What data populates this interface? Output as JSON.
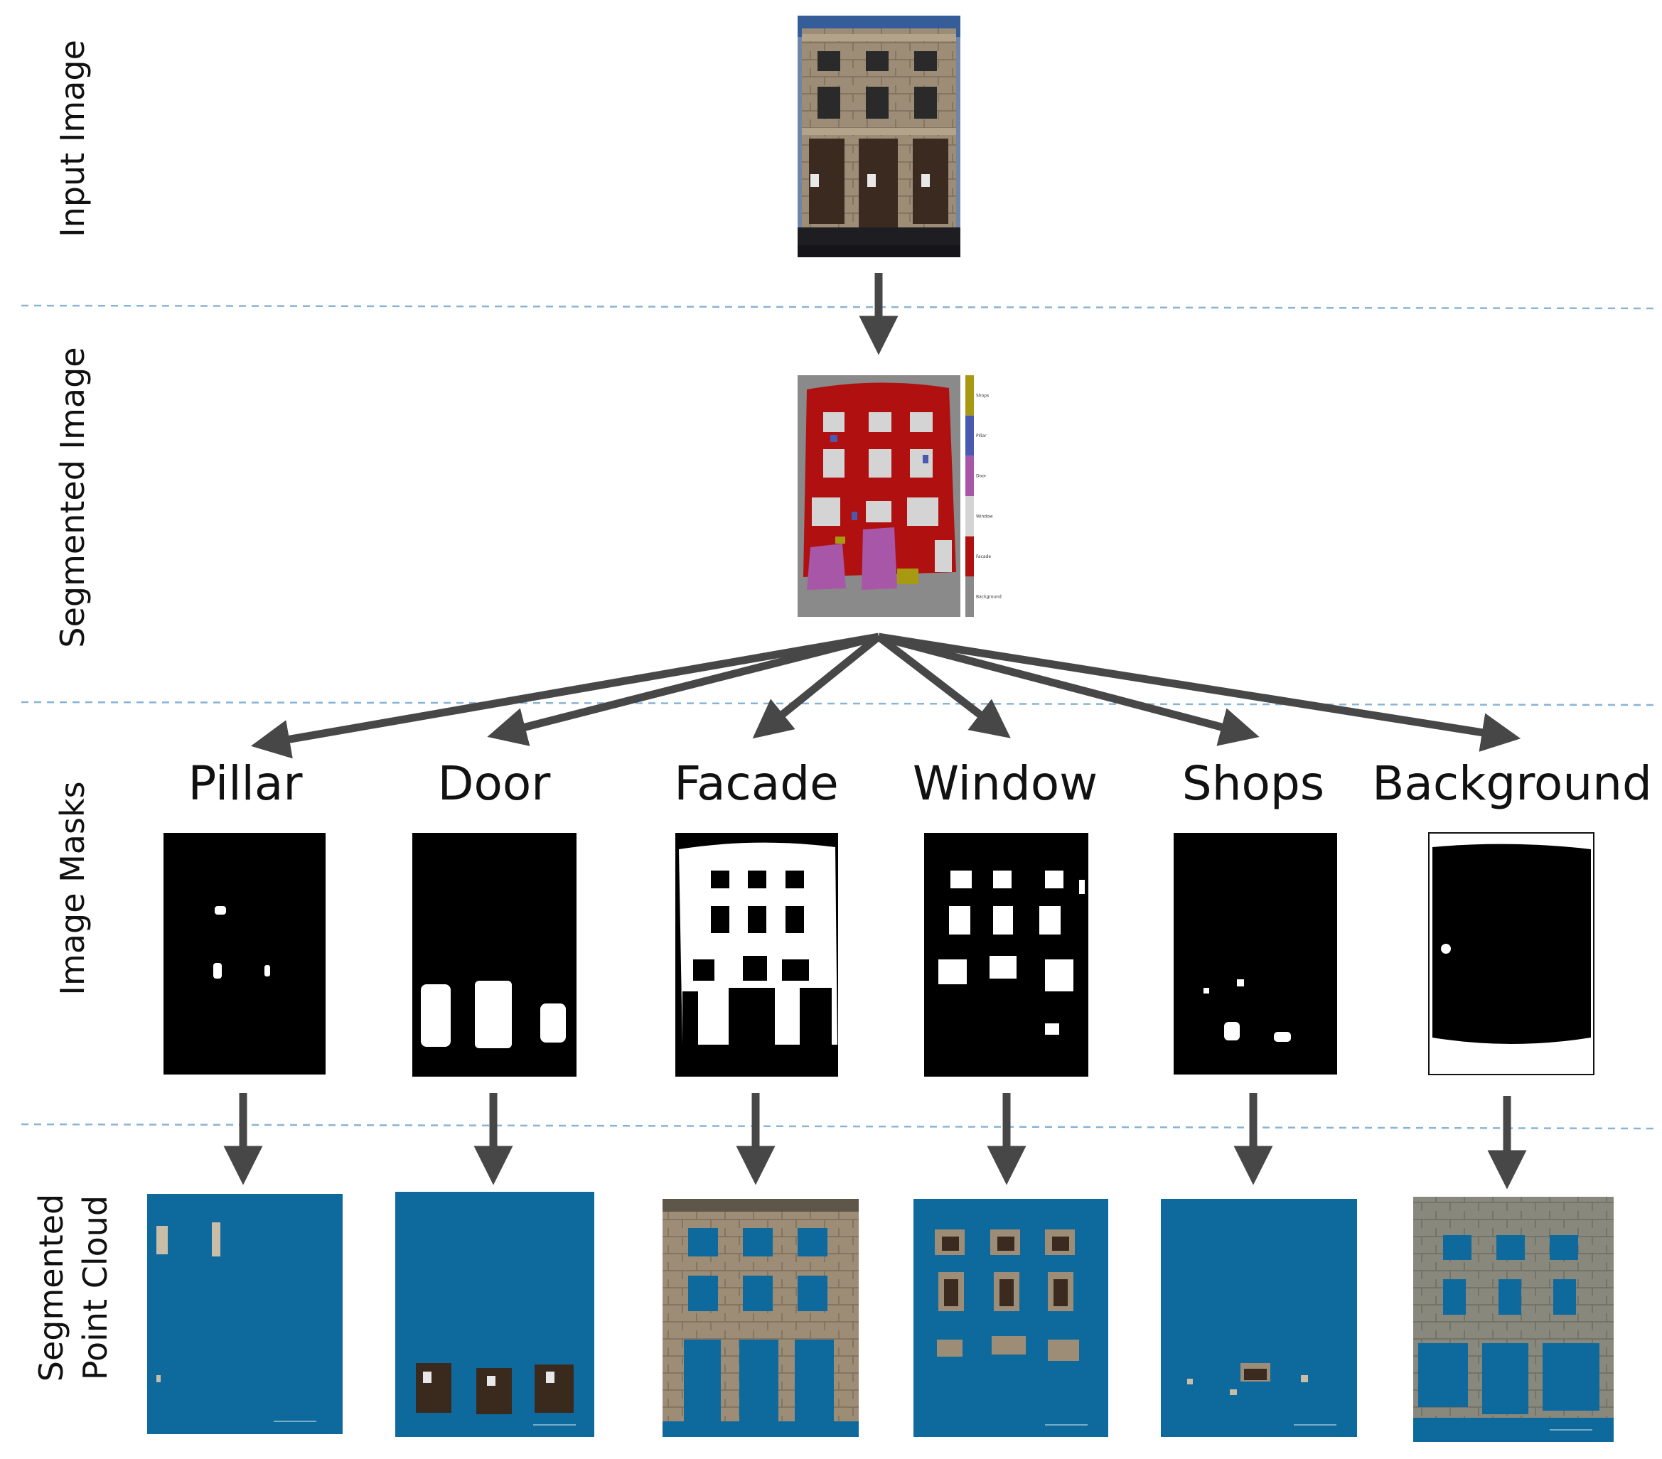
{
  "rows": {
    "input_image": "Input Image",
    "segmented_image": "Segmented Image",
    "image_masks": "Image Masks",
    "point_cloud_line1": "Segmented",
    "point_cloud_line2": "Point Cloud"
  },
  "classes": [
    {
      "label": "Pillar"
    },
    {
      "label": "Door"
    },
    {
      "label": "Facade"
    },
    {
      "label": "Window"
    },
    {
      "label": "Shops"
    },
    {
      "label": "Background"
    }
  ],
  "segmentation_legend": [
    {
      "label": "Shops",
      "color": "#a89a10"
    },
    {
      "label": "Pillar",
      "color": "#4a5ab0"
    },
    {
      "label": "Door",
      "color": "#a857a8"
    },
    {
      "label": "Window",
      "color": "#d4d4d4"
    },
    {
      "label": "Facade",
      "color": "#b01010"
    },
    {
      "label": "Background",
      "color": "#8a8a8a"
    }
  ],
  "colors": {
    "arrow": "#474747",
    "divider": "#8ab4d4",
    "point_cloud_bg": "#0e6a9c",
    "mask_black": "#000000",
    "mask_white": "#ffffff"
  }
}
